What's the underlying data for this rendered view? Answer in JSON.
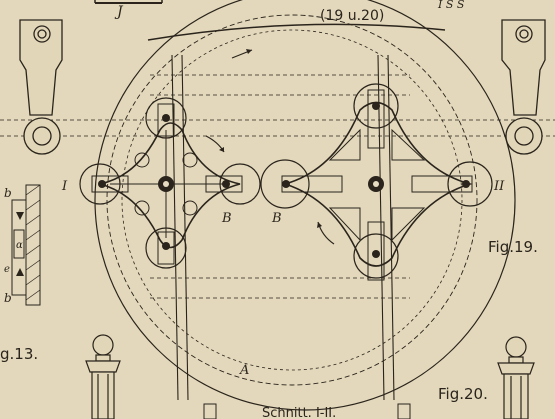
{
  "header": {
    "top_letter": "J",
    "fig_ref": "(19 u.20)",
    "corner_marks": "I S S"
  },
  "labels": {
    "left_roman": "I",
    "right_roman": "II",
    "left_b": "B",
    "right_b": "B",
    "bottom_a": "A",
    "side_b_top": "b",
    "side_b_bottom": "b",
    "side_alpha": "α",
    "side_e": "e"
  },
  "figures": {
    "fig13": "g.13.",
    "fig19": "Fig.19.",
    "fig20": "Fig.20."
  },
  "caption": "Schnitt. I-II."
}
